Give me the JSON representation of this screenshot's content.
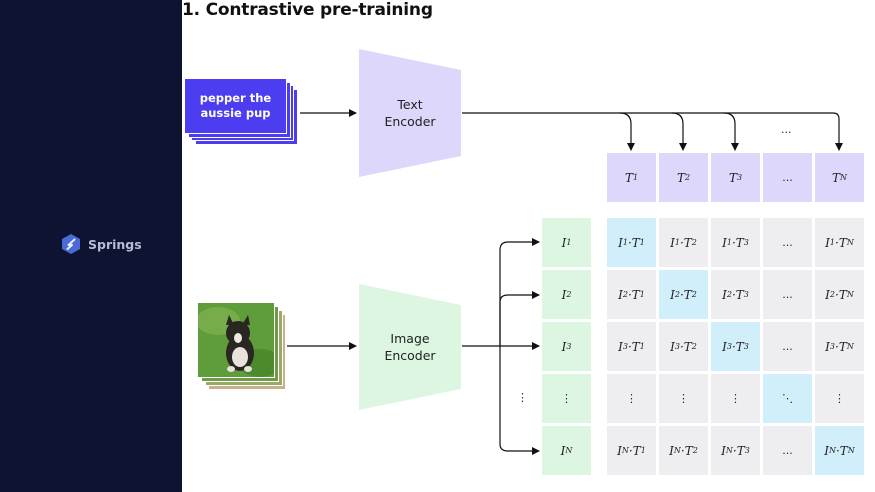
{
  "title": "1. Contrastive pre-training",
  "brand": {
    "name": "Springs",
    "icon": "springs-logo-icon"
  },
  "text_input": {
    "label": "pepper the aussie pup"
  },
  "text_encoder": {
    "label_line1": "Text",
    "label_line2": "Encoder"
  },
  "image_encoder": {
    "label_line1": "Image",
    "label_line2": "Encoder"
  },
  "image_input": {
    "icon": "dog-photo-icon"
  },
  "text_embeddings": [
    {
      "base": "T",
      "sub": "1"
    },
    {
      "base": "T",
      "sub": "2"
    },
    {
      "base": "T",
      "sub": "3"
    },
    {
      "base": "...",
      "sub": ""
    },
    {
      "base": "T",
      "sub": "N"
    }
  ],
  "image_embeddings": [
    {
      "base": "I",
      "sub": "1"
    },
    {
      "base": "I",
      "sub": "2"
    },
    {
      "base": "I",
      "sub": "3"
    },
    {
      "base": "⋮",
      "sub": ""
    },
    {
      "base": "I",
      "sub": "N"
    }
  ],
  "top_dots": "...",
  "left_dots": "⋮",
  "colors": {
    "sidebar": "#0e1331",
    "text_card": "#4c3df0",
    "text_encoder": "#ddd8fb",
    "image_encoder": "#dcf6e2",
    "diagonal": "#d0effa",
    "cell": "#eeeef0"
  }
}
